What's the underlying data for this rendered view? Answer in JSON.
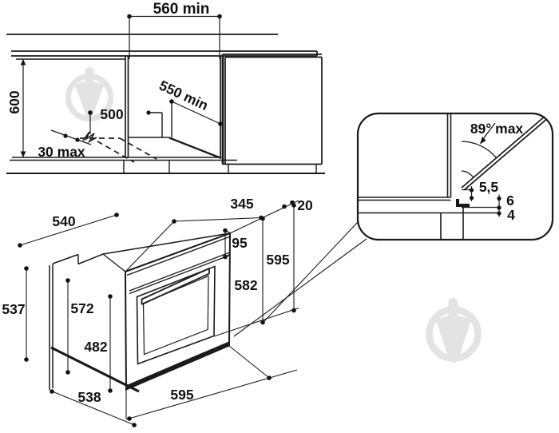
{
  "figure_title": "Built-in oven installation dimensions diagram",
  "colors": {
    "line": "#1a1a1a",
    "text": "#121212",
    "watermark": "#e3e3e3"
  },
  "icons": {
    "watermark": "price-tag-watermark-icon"
  },
  "cabinet_section": {
    "niche_width_min": "560 min",
    "cabinet_height": "600",
    "socket_height": "500",
    "niche_depth_min": "550 min",
    "cable_offset_max": "30 max"
  },
  "detail_view": {
    "door_angle_max": "89° max",
    "door_gap": "5,5",
    "gap_upper": "6",
    "gap_lower": "4"
  },
  "oven": {
    "depth": "540",
    "top_rear_clearance": "345",
    "front_overhang": "20",
    "fascia_height": "95",
    "height": "595",
    "door_height": "582",
    "niche_height": "572",
    "side_height": "537",
    "body_height": "482",
    "niche_depth": "538",
    "width": "595"
  }
}
